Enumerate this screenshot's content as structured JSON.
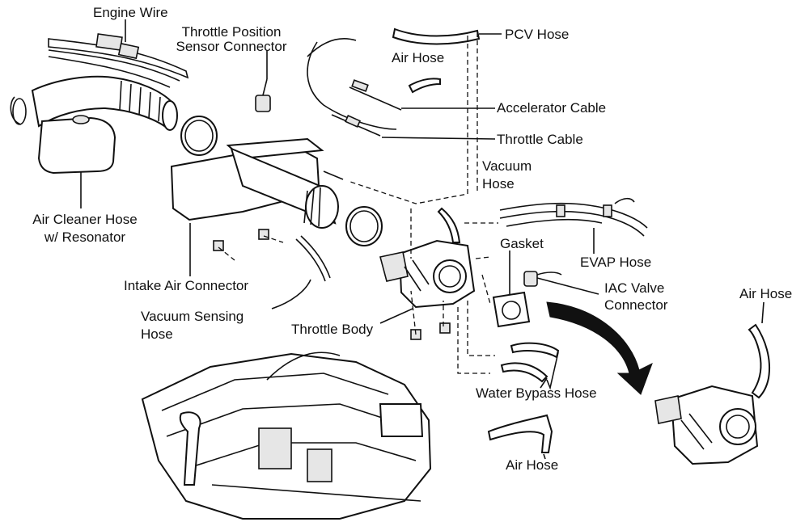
{
  "labels": {
    "engine_wire": "Engine Wire",
    "tps_connector_l1": "Throttle Position",
    "tps_connector_l2": "Sensor Connector",
    "pcv_hose": "PCV Hose",
    "air_hose_top": "Air Hose",
    "accelerator_cable": "Accelerator Cable",
    "throttle_cable": "Throttle Cable",
    "vacuum_hose_l1": "Vacuum",
    "vacuum_hose_l2": "Hose",
    "air_cleaner_hose_l1": "Air Cleaner Hose",
    "air_cleaner_hose_l2": "w/ Resonator",
    "gasket": "Gasket",
    "evap_hose": "EVAP Hose",
    "iac_valve_l1": "IAC Valve",
    "iac_valve_l2": "Connector",
    "air_hose_right": "Air Hose",
    "intake_air_connector": "Intake Air Connector",
    "vacuum_sensing_l1": "Vacuum Sensing",
    "vacuum_sensing_l2": "Hose",
    "throttle_body": "Throttle Body",
    "water_bypass_hose": "Water Bypass Hose",
    "air_hose_bottom": "Air Hose"
  },
  "style": {
    "line_color": "#111111",
    "background": "#ffffff"
  }
}
